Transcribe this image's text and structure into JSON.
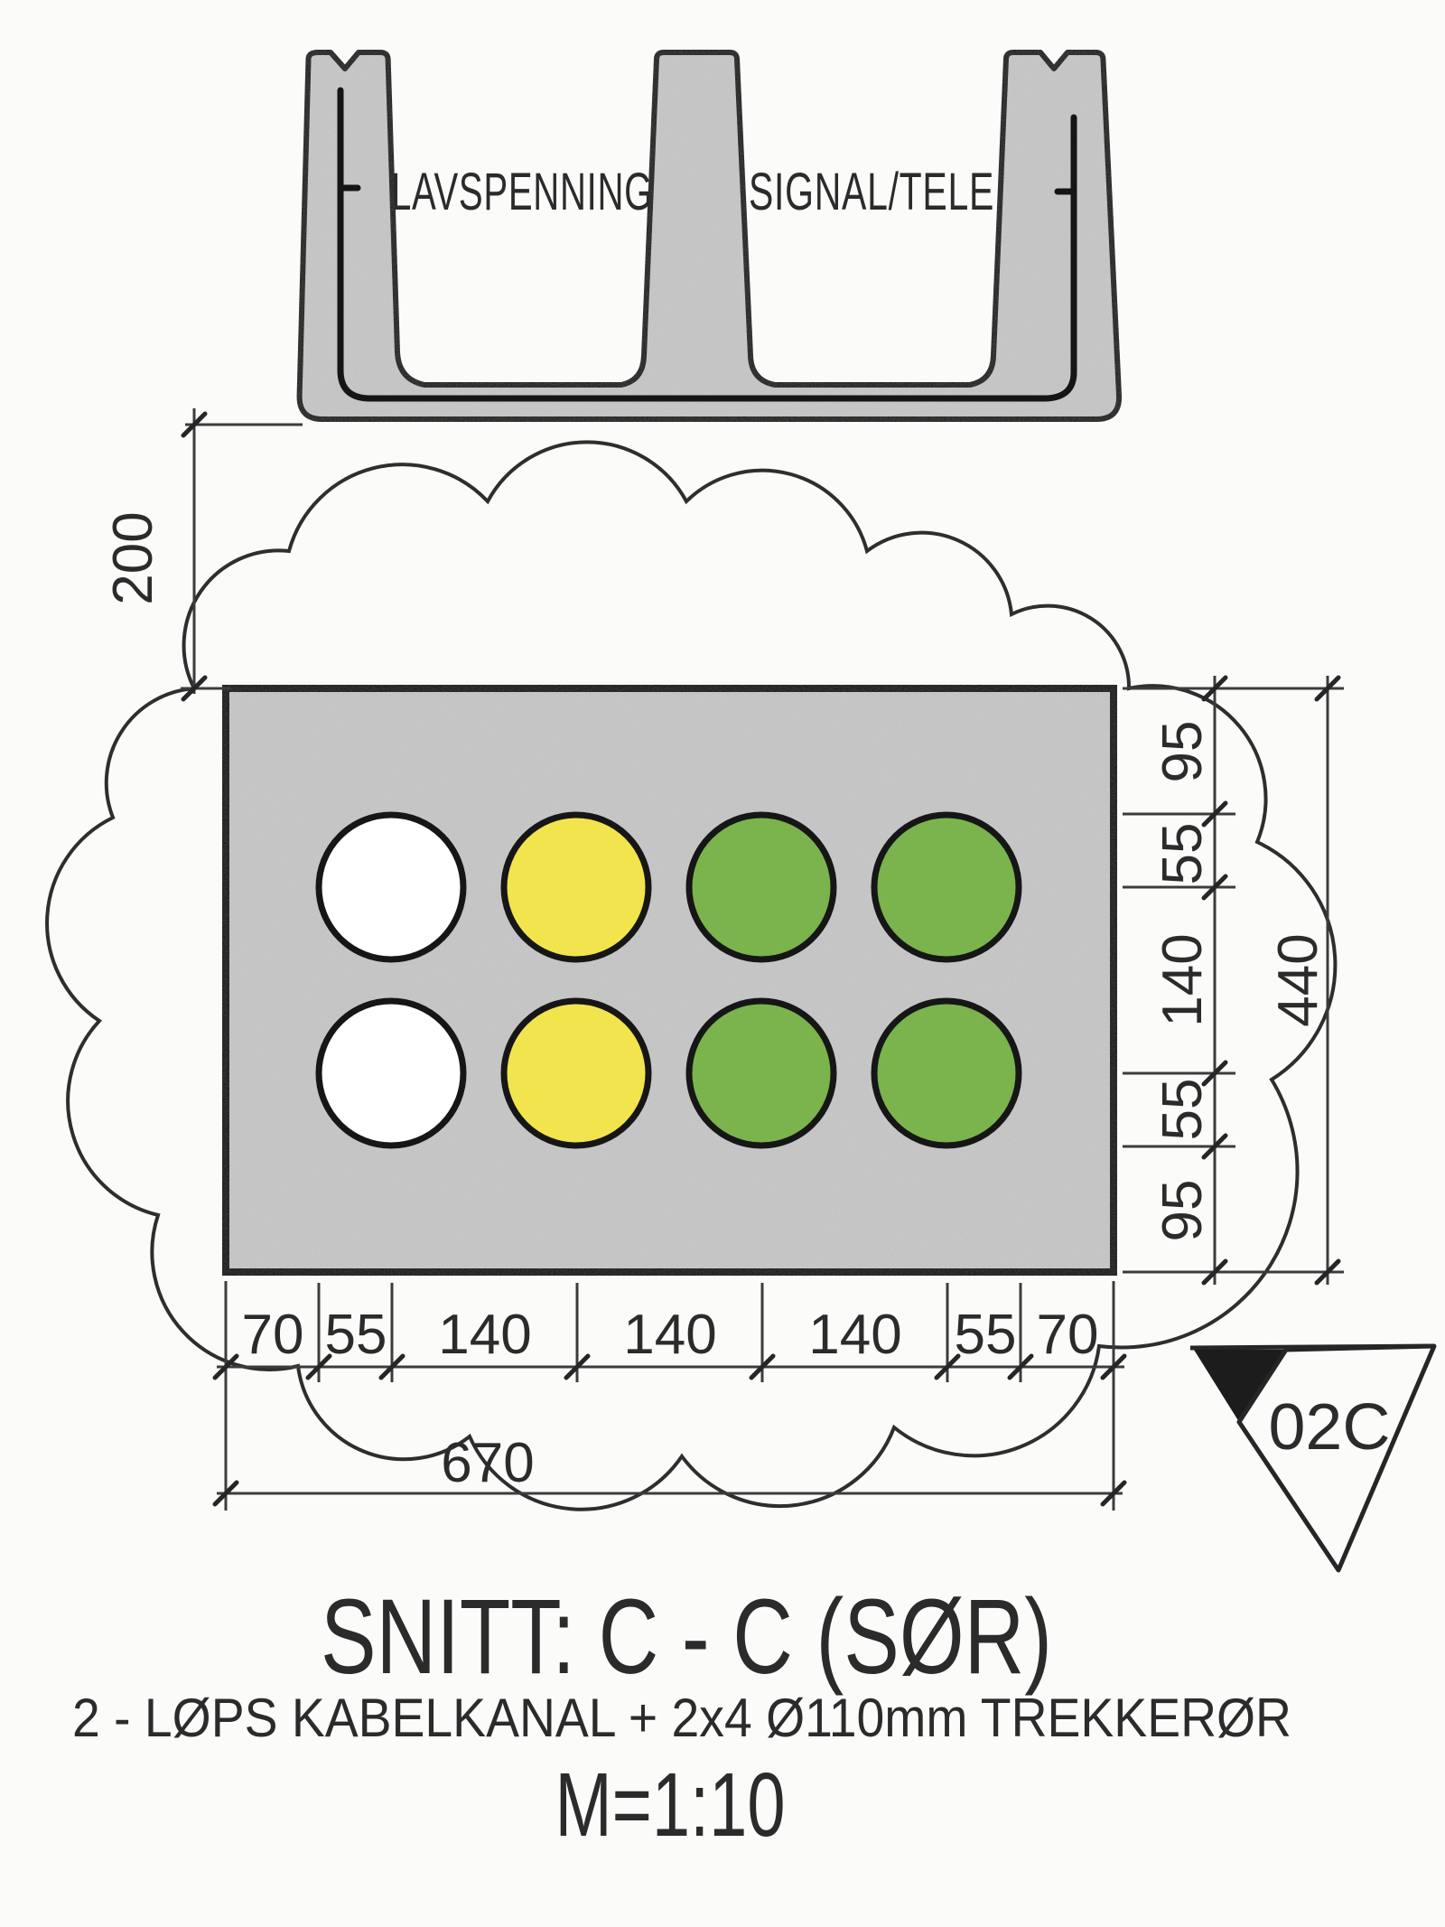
{
  "drawing": {
    "channel": {
      "label_left": "LAVSPENNING",
      "label_right": "SIGNAL/TELE"
    },
    "dimensions": {
      "vertical_offset": "200",
      "right_chain": [
        "95",
        "55",
        "140",
        "55",
        "95"
      ],
      "right_total": "440",
      "bottom_chain": [
        "70",
        "55",
        "140",
        "140",
        "140",
        "55",
        "70"
      ],
      "bottom_total": "670"
    },
    "pipes": {
      "rows": 2,
      "cols": 4,
      "column_colors": [
        "#ffffff",
        "#f2e44c",
        "#7bb34d",
        "#7bb34d"
      ],
      "column_meaning": [
        "white",
        "yellow",
        "green",
        "green"
      ]
    },
    "revision_tag": "02C",
    "titles": {
      "section": "SNITT: C - C (SØR)",
      "description": "2 - LØPS KABELKANAL + 2x4 Ø110mm TREKKERØR",
      "scale": "M=1:10"
    },
    "colors": {
      "concrete": "#c9c9c9",
      "line": "#1f1f1f",
      "dim_line": "#3c3c3c",
      "paper": "#fbfbfa"
    }
  }
}
